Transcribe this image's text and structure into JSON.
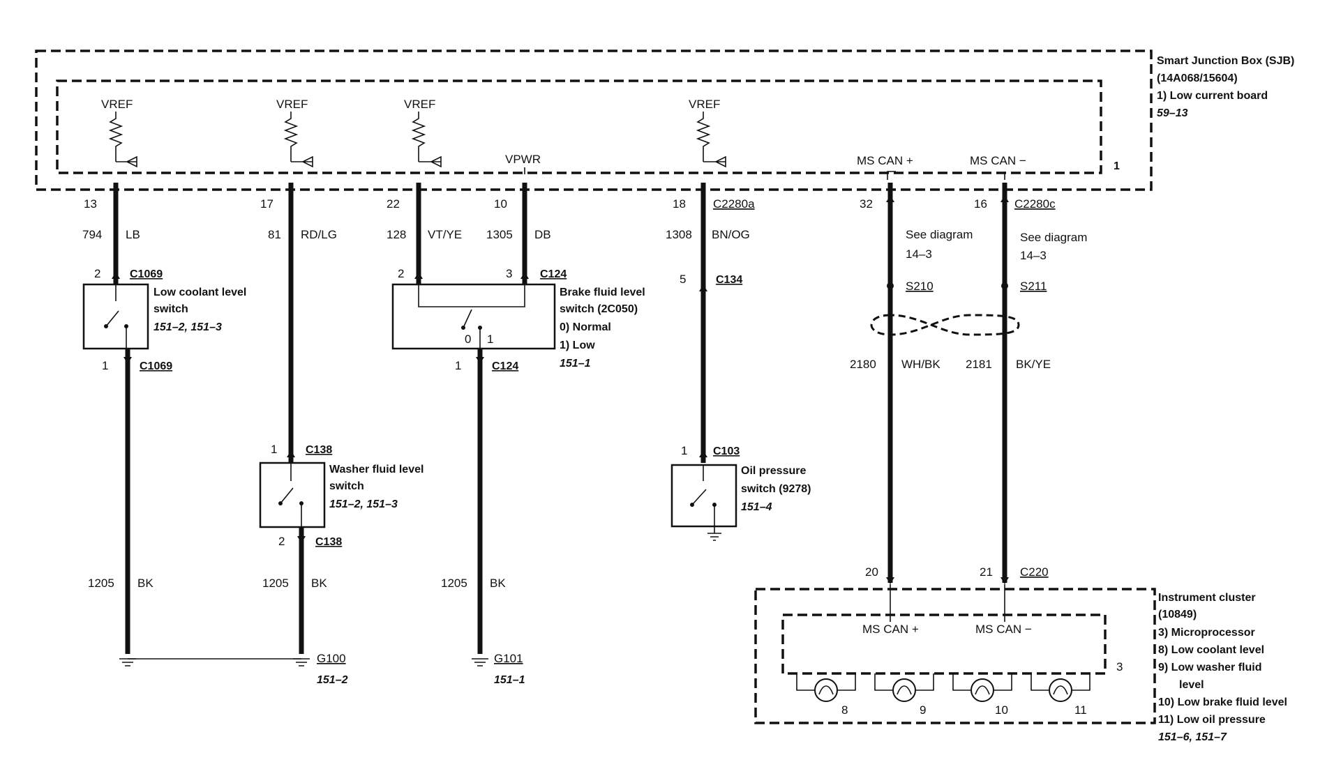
{
  "sjb": {
    "title": "Smart Junction Box (SJB)",
    "part": "(14A068/15604)",
    "board": "1)   Low current board",
    "ref": "59–13",
    "num": "1"
  },
  "rails": {
    "vref": "VREF",
    "vpwr": "VPWR",
    "mscan_plus": "MS CAN +",
    "mscan_minus": "MS CAN −"
  },
  "circuits": {
    "c1": {
      "pin": "13",
      "circuit": "794",
      "color": "LB"
    },
    "c2": {
      "pin": "17",
      "circuit": "81",
      "color": "RD/LG"
    },
    "c3": {
      "pin": "22",
      "circuit": "128",
      "color": "VT/YE"
    },
    "c4": {
      "pin": "10",
      "circuit": "1305",
      "color": "DB"
    },
    "c5": {
      "pin": "18",
      "circuit": "1308",
      "color": "BN/OG",
      "conn": "C2280a"
    },
    "c6": {
      "pin": "32",
      "circuit": "2180",
      "color": "WH/BK",
      "splice": "S210",
      "see": "See diagram",
      "see_ref": "14–3"
    },
    "c7": {
      "pin": "16",
      "circuit": "2181",
      "color": "BK/YE",
      "conn": "C2280c",
      "splice": "S211",
      "see": "See diagram",
      "see_ref": "14–3"
    }
  },
  "coolant": {
    "pin_top": "2",
    "conn_top": "C1069",
    "name1": "Low coolant level",
    "name2": "switch",
    "ref": "151–2, 151–3",
    "pin_bot": "1",
    "conn_bot": "C1069"
  },
  "washer": {
    "pin_top": "1",
    "conn_top": "C138",
    "name1": "Washer fluid level",
    "name2": "switch",
    "ref": "151–2, 151–3",
    "pin_bot": "2",
    "conn_bot": "C138"
  },
  "brake": {
    "pin_left": "2",
    "pin_right": "3",
    "conn_top": "C124",
    "name1": "Brake fluid level",
    "name2": "switch (2C050)",
    "state0": "0)   Normal",
    "state1": "1)   Low",
    "ref": "151–1",
    "pos0": "0",
    "pos1": "1",
    "pin_bot": "1",
    "conn_bot": "C124"
  },
  "oil": {
    "pin_mid": "5",
    "conn_mid": "C134",
    "pin_top": "1",
    "conn_top": "C103",
    "name1": "Oil pressure",
    "name2": "switch (9278)",
    "ref": "151–4"
  },
  "grounds": {
    "circuit": "1205",
    "color": "BK",
    "g100": "G100",
    "g100_ref": "151–2",
    "g101": "G101",
    "g101_ref": "151–1"
  },
  "cluster": {
    "pin_plus": "20",
    "pin_minus": "21",
    "conn": "C220",
    "title": "Instrument cluster",
    "part": "(10849)",
    "items": [
      "3)    Microprocessor",
      "8)    Low coolant level",
      "9)    Low washer fluid",
      "level",
      "10) Low brake fluid level",
      "11) Low oil pressure"
    ],
    "ref": "151–6, 151–7",
    "num": "3",
    "lamps": [
      "8",
      "9",
      "10",
      "11"
    ]
  }
}
